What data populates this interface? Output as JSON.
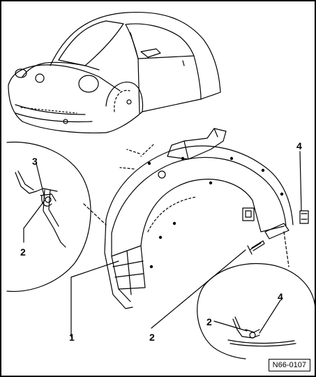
{
  "callouts": {
    "c1": "1",
    "c2_bottom": "2",
    "c2_left": "2",
    "c2_right": "2",
    "c3": "3",
    "c4_top": "4",
    "c4_right": "4"
  },
  "reference": "N66-0107",
  "colors": {
    "line": "#000000",
    "background": "#ffffff"
  }
}
